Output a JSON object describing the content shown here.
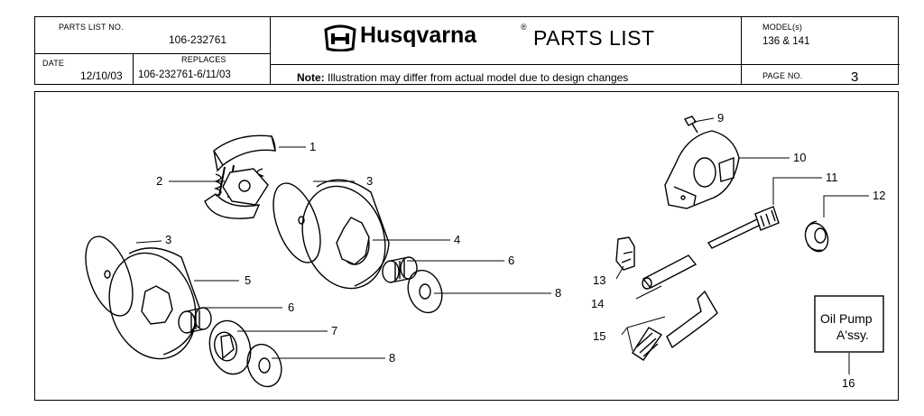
{
  "header": {
    "parts_list_no_label": "PARTS LIST NO.",
    "parts_list_no": "106-232761",
    "date_label": "DATE",
    "date": "12/10/03",
    "replaces_label": "REPLACES",
    "replaces": "106-232761-6/11/03",
    "brand": "Husqvarna",
    "registered": "®",
    "doc_title": "PARTS LIST",
    "note_label": "Note:",
    "note_text": " Illustration may differ from actual model due to design changes",
    "models_label": "MODEL(s)",
    "models": "136 & 141",
    "page_label": "PAGE  NO.",
    "page_no": "3"
  },
  "illustration": {
    "callouts": [
      "1",
      "2",
      "3",
      "3",
      "4",
      "5",
      "6",
      "6",
      "7",
      "8",
      "8",
      "9",
      "10",
      "11",
      "12",
      "13",
      "14",
      "15",
      "16"
    ],
    "oil_pump_line1": "Oil Pump",
    "oil_pump_line2": "A'ssy."
  }
}
